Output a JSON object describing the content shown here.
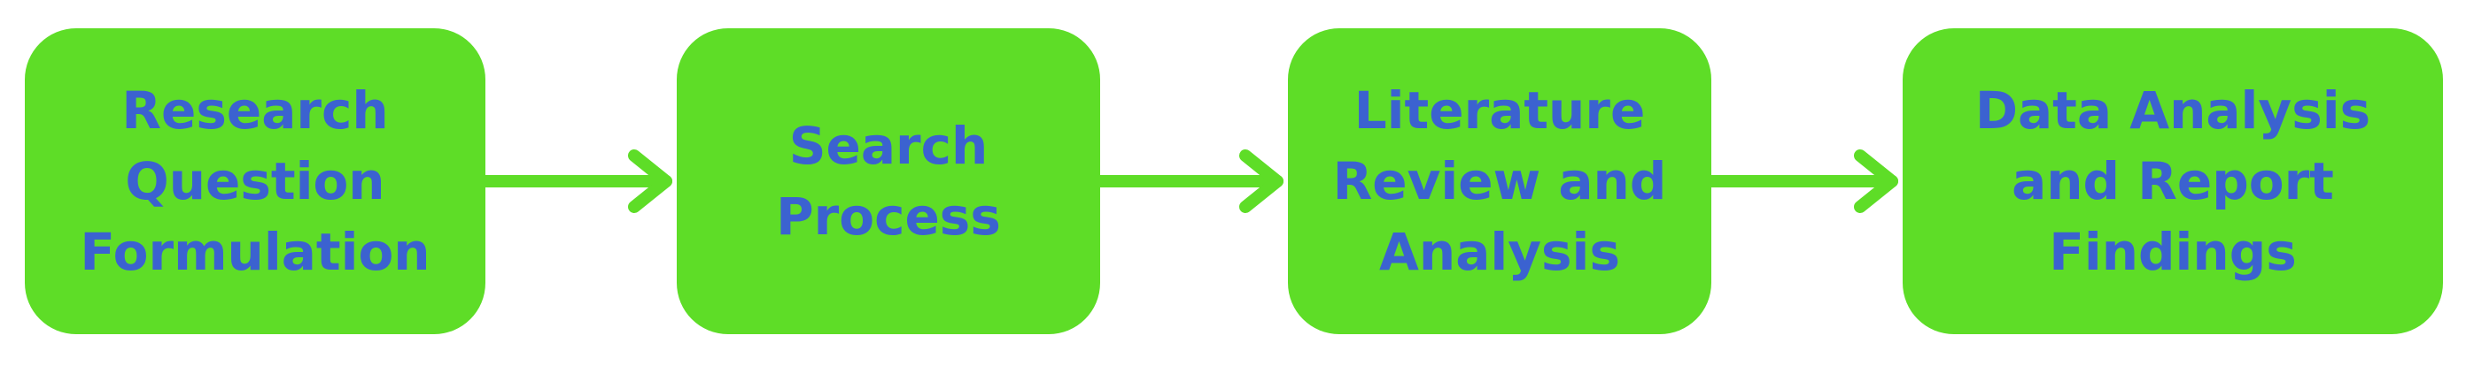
{
  "diagram": {
    "colors": {
      "box_fill": "#5edd27",
      "text": "#3b62d0",
      "arrow": "#5edd27",
      "background": "#ffffff"
    },
    "steps": [
      {
        "label": "Research\nQuestion\nFormulation"
      },
      {
        "label": "Search\nProcess"
      },
      {
        "label": "Literature\nReview and\nAnalysis"
      },
      {
        "label": "Data Analysis\nand Report\nFindings"
      }
    ]
  }
}
